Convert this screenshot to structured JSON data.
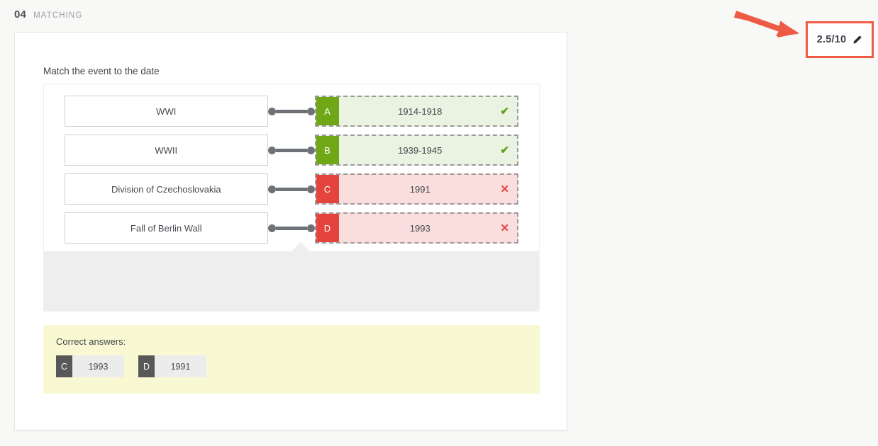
{
  "header": {
    "number": "04",
    "type_label": "MATCHING"
  },
  "score_badge": {
    "value": "2.5/10",
    "edit_icon": "pencil-icon",
    "border_color": "#ef5a45",
    "highlight_arrow": "arrow-icon",
    "arrow_color": "#ef5a45"
  },
  "question": {
    "prompt": "Match the event to the date",
    "rows": [
      {
        "term": "WWI",
        "letter": "A",
        "answer": "1914-1918",
        "status": "correct",
        "mark": "✔"
      },
      {
        "term": "WWII",
        "letter": "B",
        "answer": "1939-1945",
        "status": "correct",
        "mark": "✔"
      },
      {
        "term": "Division of Czechoslovakia",
        "letter": "C",
        "answer": "1991",
        "status": "incorrect",
        "mark": "✕"
      },
      {
        "term": "Fall of Berlin Wall",
        "letter": "D",
        "answer": "1993",
        "status": "incorrect",
        "mark": "✕"
      }
    ]
  },
  "correct_answers": {
    "title": "Correct answers:",
    "chips": [
      {
        "letter": "C",
        "value": "1993"
      },
      {
        "letter": "D",
        "value": "1991"
      }
    ]
  },
  "colors": {
    "page_background": "#f8f8f7",
    "correct_green": "#6fa717",
    "correct_fill": "#eaf3e1",
    "incorrect_red": "#e4433e",
    "incorrect_fill": "#fadedd",
    "highlight": "#ef5a45",
    "yellow_panel": "#f8f9d2",
    "drop_zone": "#eeeeee"
  }
}
